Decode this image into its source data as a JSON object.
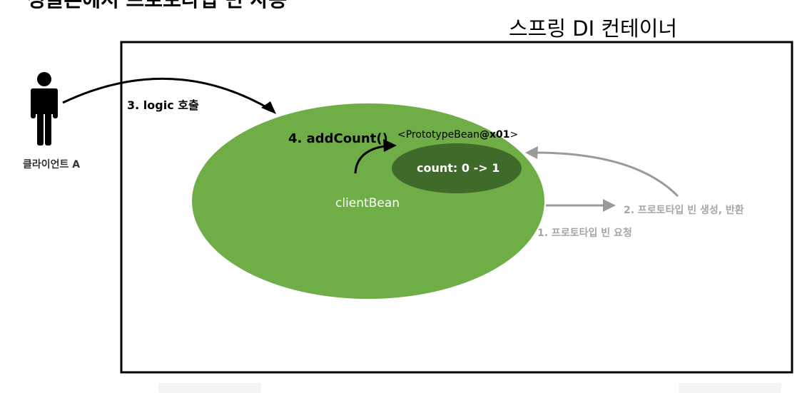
{
  "top_cut_text": "싱글톤에서 프로토타입 빈 사용",
  "container_title": "스프링 DI 컨테이너",
  "client_label": "클라이언트 A",
  "logic_call_label": "3. logic 호출",
  "add_count_label": "4. addCount()",
  "prototype_instance": {
    "prefix": "<PrototypeBean",
    "address": "@x01",
    "suffix": ">"
  },
  "count_label": "count: 0 -> 1",
  "client_bean_label": "clientBean",
  "step1_label": "1. 프로토타입 빈 요청",
  "step2_label": "2. 프로토타입 빈 생성, 반환",
  "colors": {
    "client_bean_fill": "#6fad47",
    "prototype_fill": "#3e6b2a",
    "gray_arrow": "#9a9a9a",
    "black": "#000000"
  }
}
